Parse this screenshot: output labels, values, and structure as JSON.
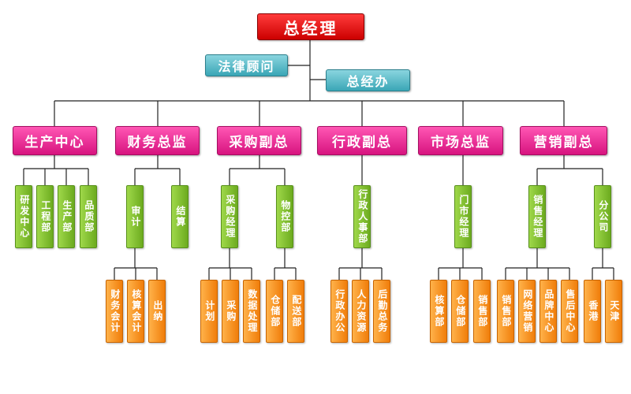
{
  "ceo": "总经理",
  "legal": "法律顾问",
  "office": "总经办",
  "executives": [
    {
      "label": "生产中心",
      "name": "production-center"
    },
    {
      "label": "财务总监",
      "name": "finance-director"
    },
    {
      "label": "采购副总",
      "name": "procurement-vp"
    },
    {
      "label": "行政副总",
      "name": "admin-vp"
    },
    {
      "label": "市场总监",
      "name": "marketing-director"
    },
    {
      "label": "营销副总",
      "name": "sales-vp"
    }
  ],
  "production": [
    "研发中心",
    "工程部",
    "生产部",
    "品质部"
  ],
  "finance": {
    "units": [
      "审计",
      "结算"
    ],
    "audit_children": [
      "财务会计",
      "核算会计",
      "出纳"
    ]
  },
  "procurement": {
    "units": [
      "采购经理",
      "物控部"
    ],
    "purchasing_children": [
      "计划",
      "采购",
      "数据处理"
    ],
    "material_children": [
      "仓储部",
      "配送部"
    ]
  },
  "admin": {
    "unit": "行政人事部",
    "children": [
      "行政办公",
      "人力资源",
      "后勤总务"
    ]
  },
  "marketing": {
    "unit": "门市经理",
    "children": [
      "核算部",
      "仓储部",
      "销售部"
    ]
  },
  "sales": {
    "units": [
      "销售经理",
      "分公司"
    ],
    "manager_children": [
      "销售部",
      "网络营销",
      "品牌中心",
      "售后中心"
    ],
    "branch_children": [
      "香港",
      "天津"
    ]
  }
}
